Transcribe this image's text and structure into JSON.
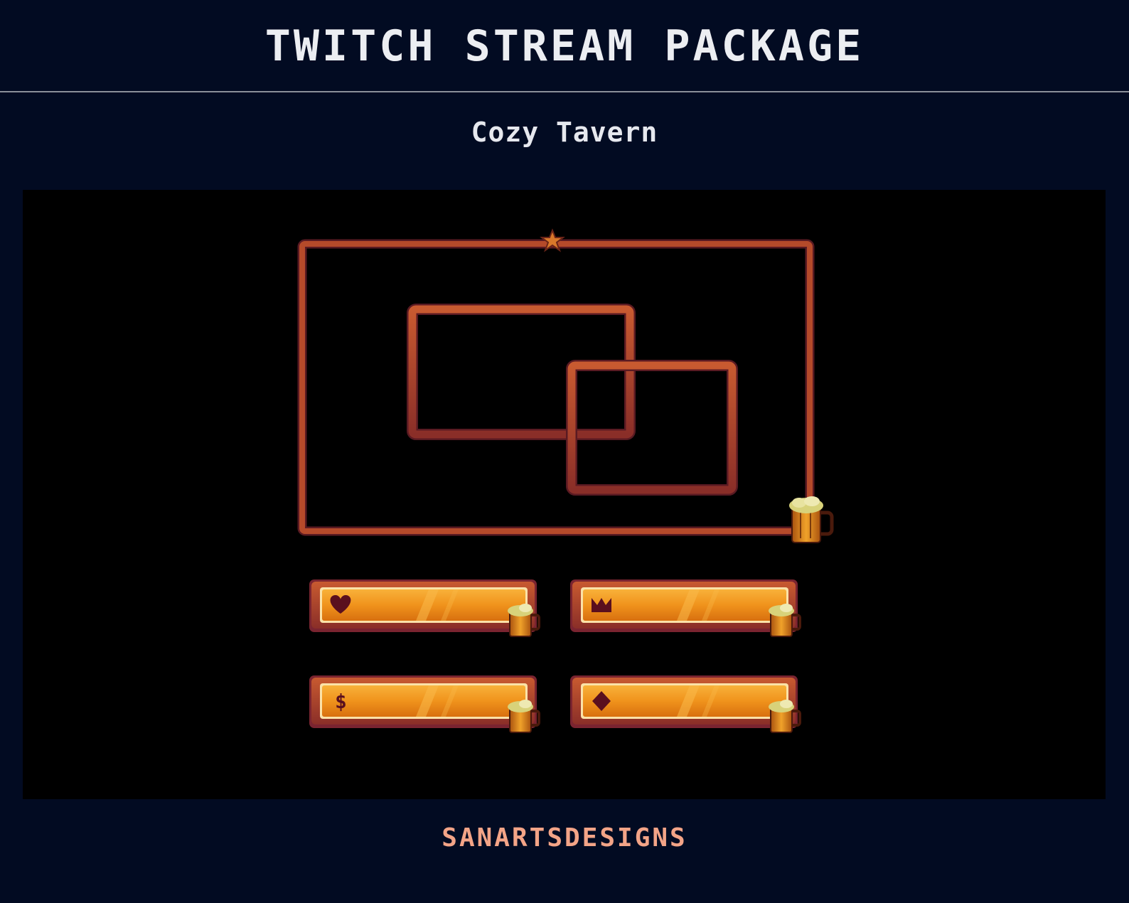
{
  "header": {
    "title": "TWITCH STREAM PACKAGE"
  },
  "package": {
    "name": "Cozy Tavern"
  },
  "footer": {
    "brand": "SANARTSDESIGNS"
  },
  "colors": {
    "background": "#020b22",
    "frame_wood": "#b54a2a",
    "frame_dark": "#5a1a22",
    "bar_fill": "#f0931c",
    "icon_dark": "#5a0f1e",
    "brand": "#f3a487"
  },
  "overlay": {
    "frames": [
      "main-webcam-frame",
      "small-frame-a",
      "small-frame-b"
    ],
    "panels": [
      {
        "icon": "heart-icon"
      },
      {
        "icon": "crown-icon"
      },
      {
        "icon": "dollar-icon",
        "glyph": "$"
      },
      {
        "icon": "diamond-icon"
      }
    ]
  }
}
